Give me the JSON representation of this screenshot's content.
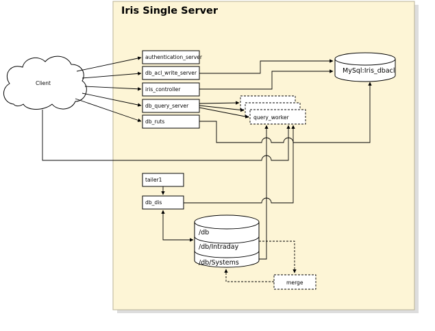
{
  "title": "Iris Single Server",
  "client": "Client",
  "components": {
    "authentication_server": "authentication_server",
    "db_acl_write_server": "db_acl_write_server",
    "iris_controller": "iris_controller",
    "db_query_server": "db_query_server",
    "db_ruts": "db_ruts",
    "query_worker": "query_worker",
    "tailer1": "tailer1",
    "db_dis": "db_dis",
    "merge": "merge"
  },
  "mysql": "MySql:Iris_dbacl",
  "storage": {
    "db": "/db",
    "intraday": "/db/Intraday",
    "systems": "/db/Systems"
  },
  "colors": {
    "panel_fill": "#fdf5d6",
    "panel_stroke": "#b8b196",
    "shadow": "#c9c9c9",
    "line": "#000000"
  }
}
